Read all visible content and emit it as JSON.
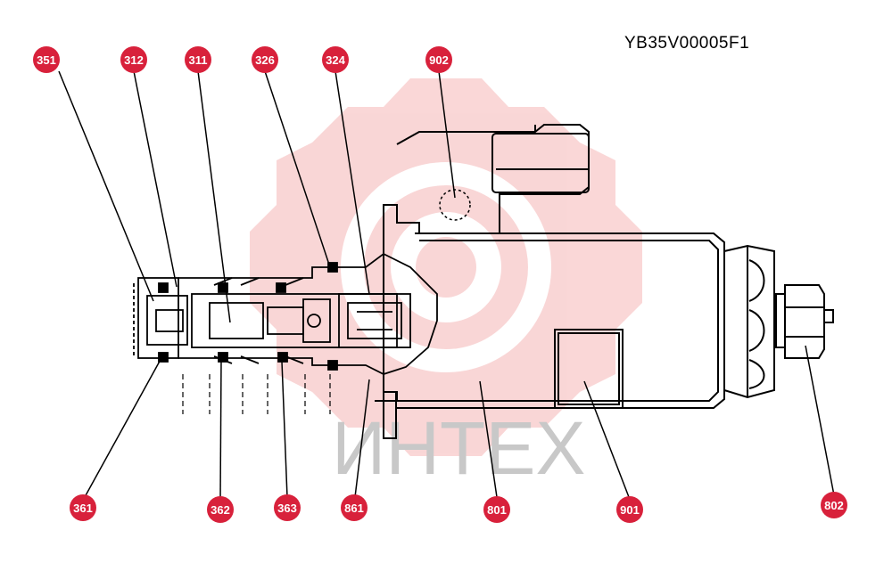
{
  "drawing_code": "YB35V00005F1",
  "watermark": {
    "logo": "gear-logo",
    "text": "ИНТЕХ",
    "color": "#e64848"
  },
  "callouts": [
    "351",
    "312",
    "311",
    "326",
    "324",
    "902",
    "361",
    "362",
    "363",
    "861",
    "801",
    "901",
    "802"
  ],
  "colors": {
    "callout_fill": "#d8213b",
    "line": "#000000"
  }
}
